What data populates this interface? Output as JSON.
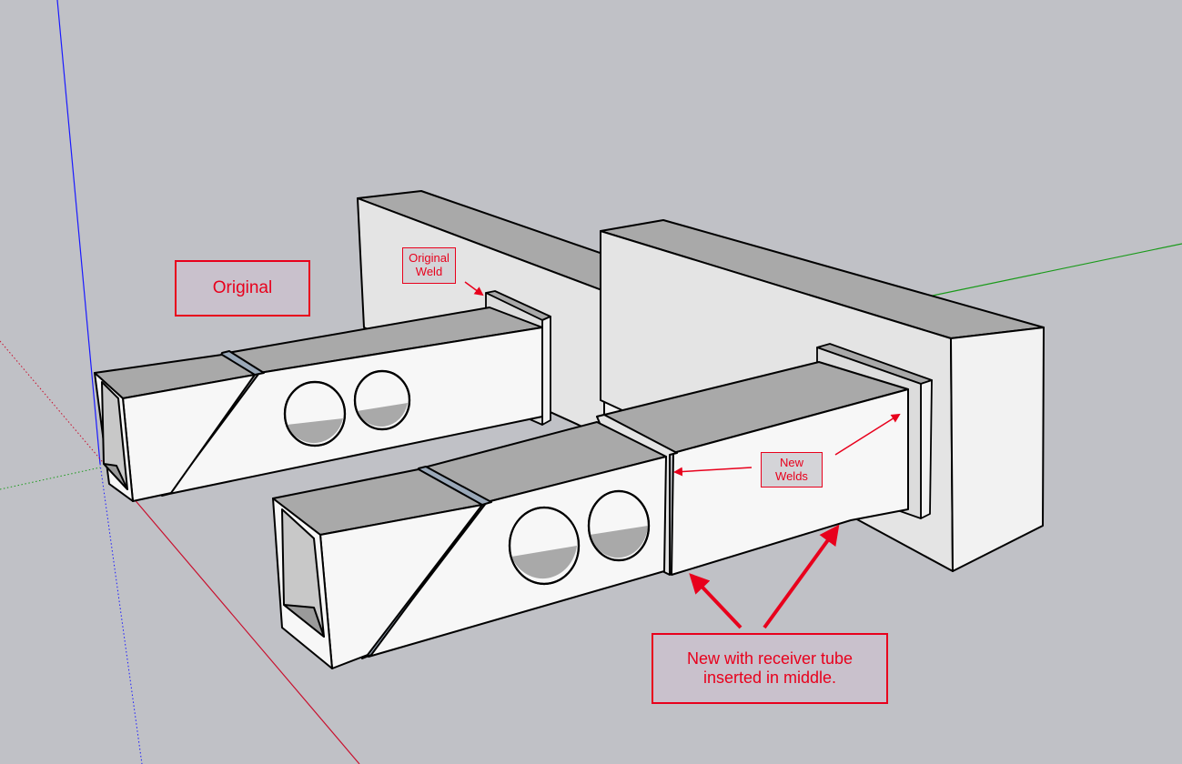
{
  "labels": {
    "original": "Original",
    "original_weld": [
      "Original",
      "Weld"
    ],
    "new_welds": [
      "New",
      "Welds"
    ],
    "new_receiver": [
      "New with receiver tube",
      "inserted in middle."
    ]
  },
  "colors": {
    "background": "#c0c1c6",
    "annotation_red": "#e8001c",
    "label_fill": "#c9c1cc",
    "face_top": "#a9a9a9",
    "face_side": "#f2f2f2",
    "face_front": "#dcdcdc",
    "weld_blue": "#9aa8b8",
    "axis_red": "#c8102e",
    "axis_green": "#1a9a1a",
    "axis_blue": "#1a1aff"
  }
}
